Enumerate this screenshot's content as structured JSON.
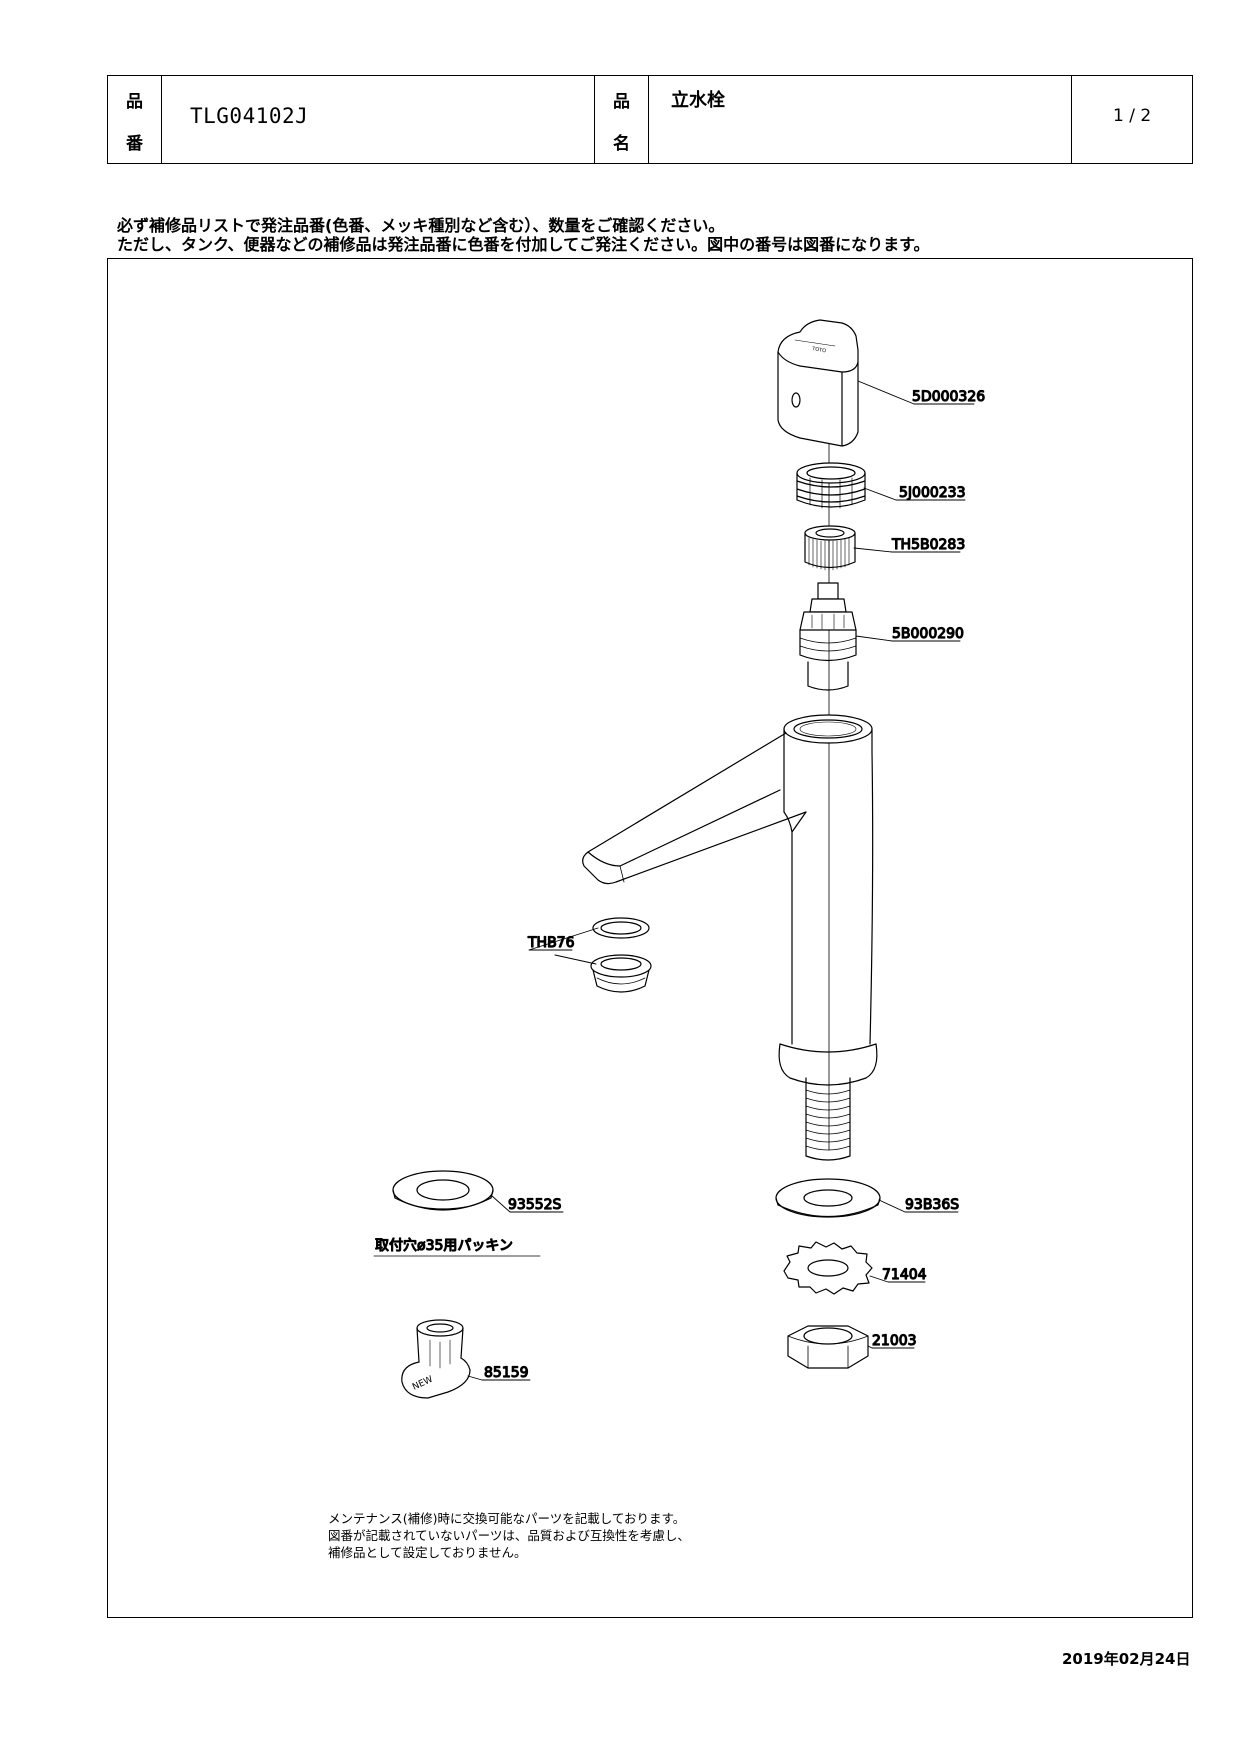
{
  "header": {
    "part_no_label_top": "品",
    "part_no_label_bottom": "番",
    "part_no": "TLG04102J",
    "name_label_top": "品",
    "name_label_bottom": "名",
    "product_name": "立水栓",
    "page": "1 / 2"
  },
  "notes": {
    "line1": "必ず補修品リストで発注品番(色番、メッキ種別など含む）、数量をご確認ください。",
    "line2": "ただし、タンク、便器などの補修品は発注品番に色番を付加してご発注ください。図中の番号は図番になります。"
  },
  "parts": {
    "handle": "5D000326",
    "nut_top": "5J000233",
    "serration": "TH5B0283",
    "cartridge": "5B000290",
    "aerator": "THB76",
    "gasket": "93552S",
    "gasket_note": "取付穴ø35用パッキン",
    "washer": "93B36S",
    "lock_washer": "71404",
    "hex_nut": "21003",
    "wrench": "85159",
    "wrench_marking": "NEW"
  },
  "footer": {
    "line1": "メンテナンス(補修)時に交換可能なパーツを記載しております。",
    "line2": "図番が記載されていないパーツは、品質および互換性を考慮し、",
    "line3": "補修品として設定しておりません。"
  },
  "date": "2019年02月24日"
}
